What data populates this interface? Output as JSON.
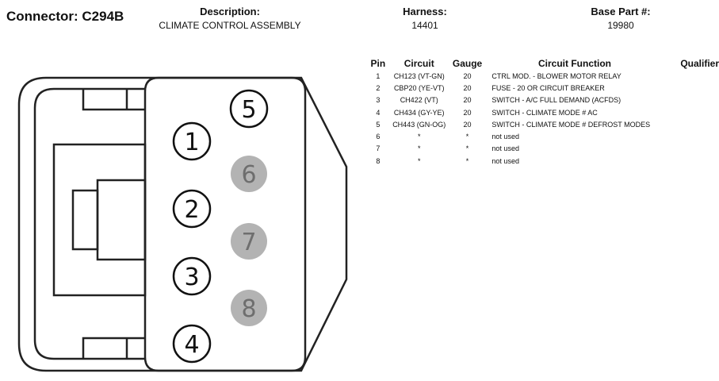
{
  "header": {
    "connector_label": "Connector: C294B",
    "description_label": "Description:",
    "description_value": "CLIMATE CONTROL ASSEMBLY",
    "harness_label": "Harness:",
    "harness_value": "14401",
    "base_part_label": "Base Part #:",
    "base_part_value": "19980"
  },
  "table": {
    "columns": [
      "Pin",
      "Circuit",
      "Gauge",
      "Circuit Function",
      "Qualifier"
    ],
    "rows": [
      {
        "pin": "1",
        "circuit": "CH123 (VT-GN)",
        "gauge": "20",
        "function": "CTRL MOD. - BLOWER MOTOR RELAY"
      },
      {
        "pin": "2",
        "circuit": "CBP20 (YE-VT)",
        "gauge": "20",
        "function": "FUSE - 20 OR CIRCUIT BREAKER"
      },
      {
        "pin": "3",
        "circuit": "CH422 (VT)",
        "gauge": "20",
        "function": "SWITCH - A/C FULL DEMAND (ACFDS)"
      },
      {
        "pin": "4",
        "circuit": "CH434 (GY-YE)",
        "gauge": "20",
        "function": "SWITCH - CLIMATE MODE # AC"
      },
      {
        "pin": "5",
        "circuit": "CH443 (GN-OG)",
        "gauge": "20",
        "function": "SWITCH - CLIMATE MODE # DEFROST MODES"
      },
      {
        "pin": "6",
        "circuit": "*",
        "gauge": "*",
        "function": "not used"
      },
      {
        "pin": "7",
        "circuit": "*",
        "gauge": "*",
        "function": "not used"
      },
      {
        "pin": "8",
        "circuit": "*",
        "gauge": "*",
        "function": "not used"
      }
    ]
  },
  "diagram": {
    "pins": [
      {
        "label": "1",
        "used": true
      },
      {
        "label": "2",
        "used": true
      },
      {
        "label": "3",
        "used": true
      },
      {
        "label": "4",
        "used": true
      },
      {
        "label": "5",
        "used": true
      },
      {
        "label": "6",
        "used": false
      },
      {
        "label": "7",
        "used": false
      },
      {
        "label": "8",
        "used": false
      }
    ],
    "used_pin_fill": "#ffffff",
    "unused_pin_fill": "#b3b3b3",
    "unused_pin_text": "#6e6e6e"
  }
}
